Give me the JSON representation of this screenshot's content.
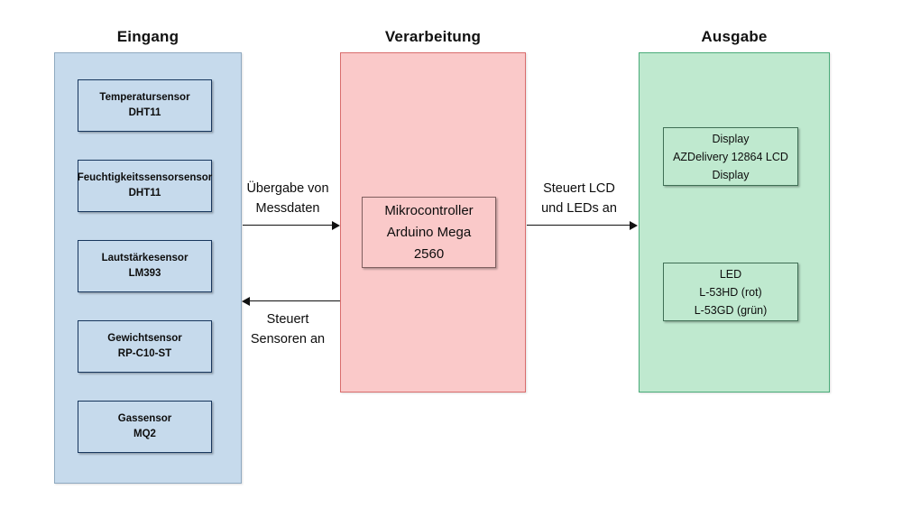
{
  "diagram": {
    "title_row": {
      "eingang": "Eingang",
      "verarbeitung": "Verarbeitung",
      "ausgabe": "Ausgabe"
    },
    "colors": {
      "input_fill": "#c6daec",
      "input_border": "#8fa9c0",
      "processing_fill": "#fac9c9",
      "processing_border": "#d96d6d",
      "output_fill": "#bfe9cf",
      "output_border": "#4aab79",
      "node_border_input": "#17365d",
      "arrow": "#111111"
    },
    "groups": [
      {
        "id": "eingang",
        "label": "Eingang",
        "nodes": [
          {
            "id": "temperatursensor",
            "line1": "Temperatursensor",
            "line2": "DHT11"
          },
          {
            "id": "feuchtigkeitssensor",
            "line1": "Feuchtigkeitssensorsensor",
            "line2": "DHT11"
          },
          {
            "id": "lautstaerkesensor",
            "line1": "Lautstärkesensor",
            "line2": "LM393"
          },
          {
            "id": "gewichtsensor",
            "line1": "Gewichtsensor",
            "line2": "RP-C10-ST"
          },
          {
            "id": "gassensor",
            "line1": "Gassensor",
            "line2": "MQ2"
          }
        ]
      },
      {
        "id": "verarbeitung",
        "label": "Verarbeitung",
        "nodes": [
          {
            "id": "mikrocontroller",
            "line1": "Mikrocontroller",
            "line2": "Arduino Mega",
            "line3": "2560"
          }
        ]
      },
      {
        "id": "ausgabe",
        "label": "Ausgabe",
        "nodes": [
          {
            "id": "display",
            "line1": "Display",
            "line2": "AZDelivery 12864 LCD",
            "line3": "Display"
          },
          {
            "id": "led",
            "line1": "LED",
            "line2": "L-53HD (rot)",
            "line3": "L-53GD (grün)"
          }
        ]
      }
    ],
    "connectors": [
      {
        "id": "messdaten",
        "from": "eingang",
        "to": "verarbeitung",
        "direction": "right",
        "line1": "Übergabe von",
        "line2": "Messdaten"
      },
      {
        "id": "steuert-sensoren",
        "from": "verarbeitung",
        "to": "eingang",
        "direction": "left",
        "line1": "Steuert",
        "line2": "Sensoren an"
      },
      {
        "id": "steuert-lcd",
        "from": "verarbeitung",
        "to": "ausgabe",
        "direction": "right",
        "line1": "Steuert LCD",
        "line2": "und LEDs an"
      }
    ]
  }
}
